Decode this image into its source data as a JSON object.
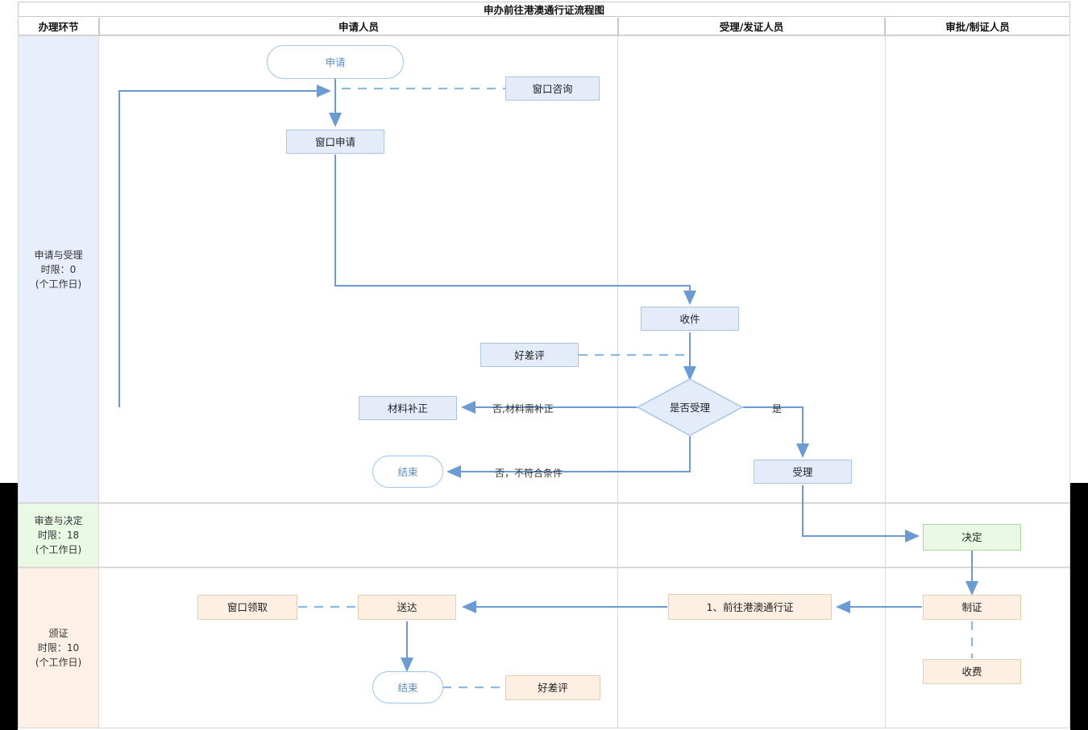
{
  "title": "申办前往港澳通行证流程图",
  "headers": [
    {
      "label": "办理环节"
    },
    {
      "label": "申请人员"
    },
    {
      "label": "受理/发证人员"
    },
    {
      "label": "审批/制证人员"
    }
  ],
  "lanes": [
    {
      "name": "申请与受理",
      "limit": "时限：0",
      "unit": "(个工作日)",
      "color": "#e8eefb"
    },
    {
      "name": "审查与决定",
      "limit": "时限：18",
      "unit": "(个工作日)",
      "color": "#e9f9e4"
    },
    {
      "name": "颁证",
      "limit": "时限：10",
      "unit": "(个工作日)",
      "color": "#fdf0e6"
    }
  ],
  "nodes": {
    "start_apply": "申请",
    "window_consult": "窗口咨询",
    "window_apply": "窗口申请",
    "receive": "收件",
    "review_rating_1": "好差评",
    "decision_accept": "是否受理",
    "material_fix": "材料补正",
    "end_reject": "结束",
    "accept": "受理",
    "decide": "决定",
    "window_pickup": "窗口领取",
    "deliver": "送达",
    "end_done": "结束",
    "review_rating_2": "好差评",
    "permit_item": "1、前往港澳通行证",
    "make_cert": "制证",
    "charge": "收费"
  },
  "edge_labels": {
    "no_need_fix": "否,材料需补正",
    "yes": "是",
    "no_not_qualified": "否，不符合条件"
  },
  "colors": {
    "node_blue_fill": "#e4ecfa",
    "node_blue_border": "#a8c4e6",
    "node_green_fill": "#e9f9e4",
    "node_green_border": "#a9d6a4",
    "node_orange_fill": "#fdefe2",
    "node_orange_border": "#e8cbb0",
    "connector": "#6b9bd2",
    "terminator_text": "#5b8ec4",
    "grid": "#d8d8d8"
  }
}
